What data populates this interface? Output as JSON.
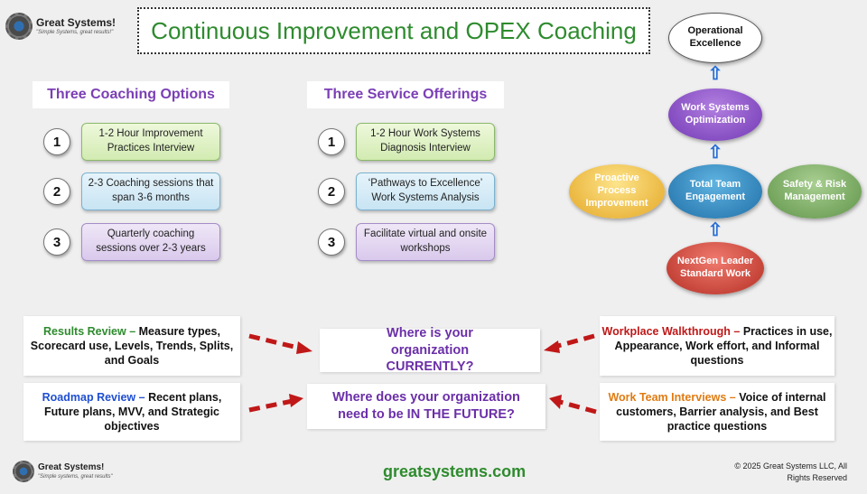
{
  "logo": {
    "name": "Great Systems!",
    "tagline": "\"Simple Systems, great results!\"",
    "footer_tagline": "\"Simple systems, great results\""
  },
  "title": "Continuous Improvement and OPEX Coaching",
  "coaching": {
    "heading": "Three Coaching Options",
    "items": [
      {
        "num": "1",
        "text": "1-2 Hour Improvement Practices Interview"
      },
      {
        "num": "2",
        "text": "2-3 Coaching sessions that span 3-6 months"
      },
      {
        "num": "3",
        "text": "Quarterly coaching sessions over 2-3 years"
      }
    ]
  },
  "services": {
    "heading": "Three Service Offerings",
    "items": [
      {
        "num": "1",
        "text": "1-2 Hour Work Systems Diagnosis Interview"
      },
      {
        "num": "2",
        "text": "‘Pathways to Excellence’ Work Systems Analysis"
      },
      {
        "num": "3",
        "text": "Facilitate virtual and onsite workshops"
      }
    ]
  },
  "diagram": {
    "operational": "Operational Excellence",
    "wso": "Work Systems Optimization",
    "tte": "Total Team Engagement",
    "ppi": "Proactive Process Improvement",
    "srm": "Safety & Risk Management",
    "ngl": "NextGen Leader Standard Work",
    "arrow": "⇧"
  },
  "reviews": {
    "results": {
      "label": "Results Review",
      "sep": " – ",
      "text": "Measure types, Scorecard use, Levels, Trends, Splits, and Goals"
    },
    "roadmap": {
      "label": "Roadmap Review",
      "sep": " – ",
      "text": "Recent plans, Future plans, MVV, and Strategic objectives"
    },
    "walkthrough": {
      "label": "Workplace Walkthrough",
      "sep": " – ",
      "text": "Practices in use, Appearance, Work effort, and Informal questions"
    },
    "interviews": {
      "label": "Work Team Interviews",
      "sep": " – ",
      "text": "Voice of internal customers, Barrier analysis, and Best practice questions"
    }
  },
  "questions": {
    "current": "Where is your organization CURRENTLY?",
    "future": "Where does your organization need to be IN THE FUTURE?"
  },
  "footer": {
    "site": "greatsystems.com",
    "copyright_line1": "© 2025 Great Systems LLC, All",
    "copyright_line2": "Rights Reserved"
  },
  "colors": {
    "title_green": "#2e8b2e",
    "heading_purple": "#7b3fb5",
    "arrow_red": "#c01818",
    "arrow_blue": "#2a6fd6"
  }
}
